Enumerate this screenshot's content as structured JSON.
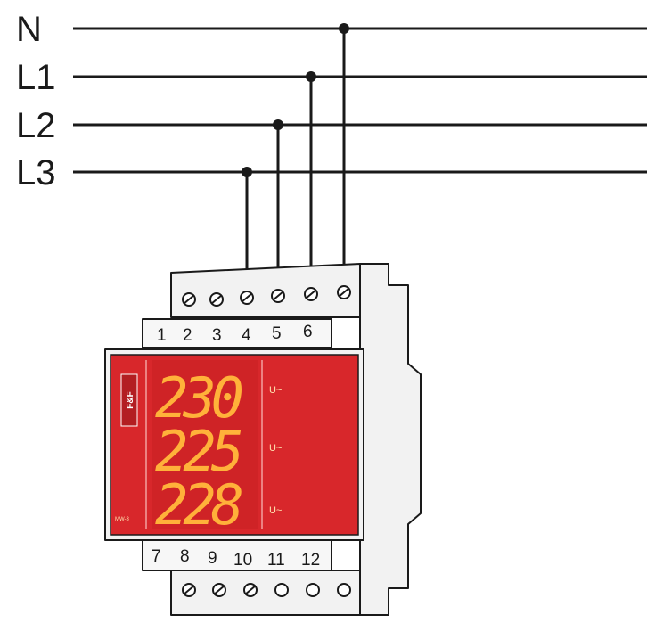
{
  "lines": [
    {
      "label": "N"
    },
    {
      "label": "L1"
    },
    {
      "label": "L2"
    },
    {
      "label": "L3"
    }
  ],
  "top_terminals": [
    "1",
    "2",
    "3",
    "4",
    "5",
    "6"
  ],
  "bottom_terminals": [
    "7",
    "8",
    "9",
    "10",
    "11",
    "12"
  ],
  "display": {
    "rows": [
      {
        "value": "230",
        "unit": "U~"
      },
      {
        "value": "225",
        "unit": "U~"
      },
      {
        "value": "228",
        "unit": "U~"
      }
    ],
    "brand": "F&F",
    "model": "MW-3"
  },
  "colors": {
    "panel": "#d8272b",
    "digits": "#ffb13a",
    "wire": "#1a1a1a"
  }
}
